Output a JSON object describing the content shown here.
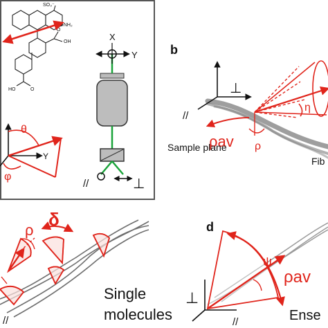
{
  "panel_a": {
    "molecule_labels": [
      "SO₃⁻",
      "⊕NH₂",
      "OH",
      "O",
      "HO",
      "O"
    ],
    "axis_x": "X",
    "axis_y": "Y",
    "angle_theta": "θ",
    "angle_phi": "φ",
    "axis_y_small": "Y",
    "perp_symbol": "⊥",
    "parallel_symbol": "//"
  },
  "panel_b": {
    "label": "b",
    "perp_symbol": "⊥",
    "parallel_symbol": "//",
    "rho_av": "ρav",
    "rho": "ρ",
    "eta": "η",
    "sample_plane": "Sample plane",
    "fiber": "Fib"
  },
  "panel_c": {
    "rho": "ρ",
    "delta": "δ",
    "parallel_symbol": "//",
    "caption_line1": "Single",
    "caption_line2": "molecules"
  },
  "panel_d": {
    "label": "d",
    "psi": "ψ",
    "rho_av": "ρav",
    "perp_symbol": "⊥",
    "parallel_symbol": "//",
    "ensemble": "Ense"
  },
  "colors": {
    "red": "#e0241b",
    "green": "#1aa33a",
    "fiber_gray": "#8a8a8a",
    "frame": "#555555"
  }
}
